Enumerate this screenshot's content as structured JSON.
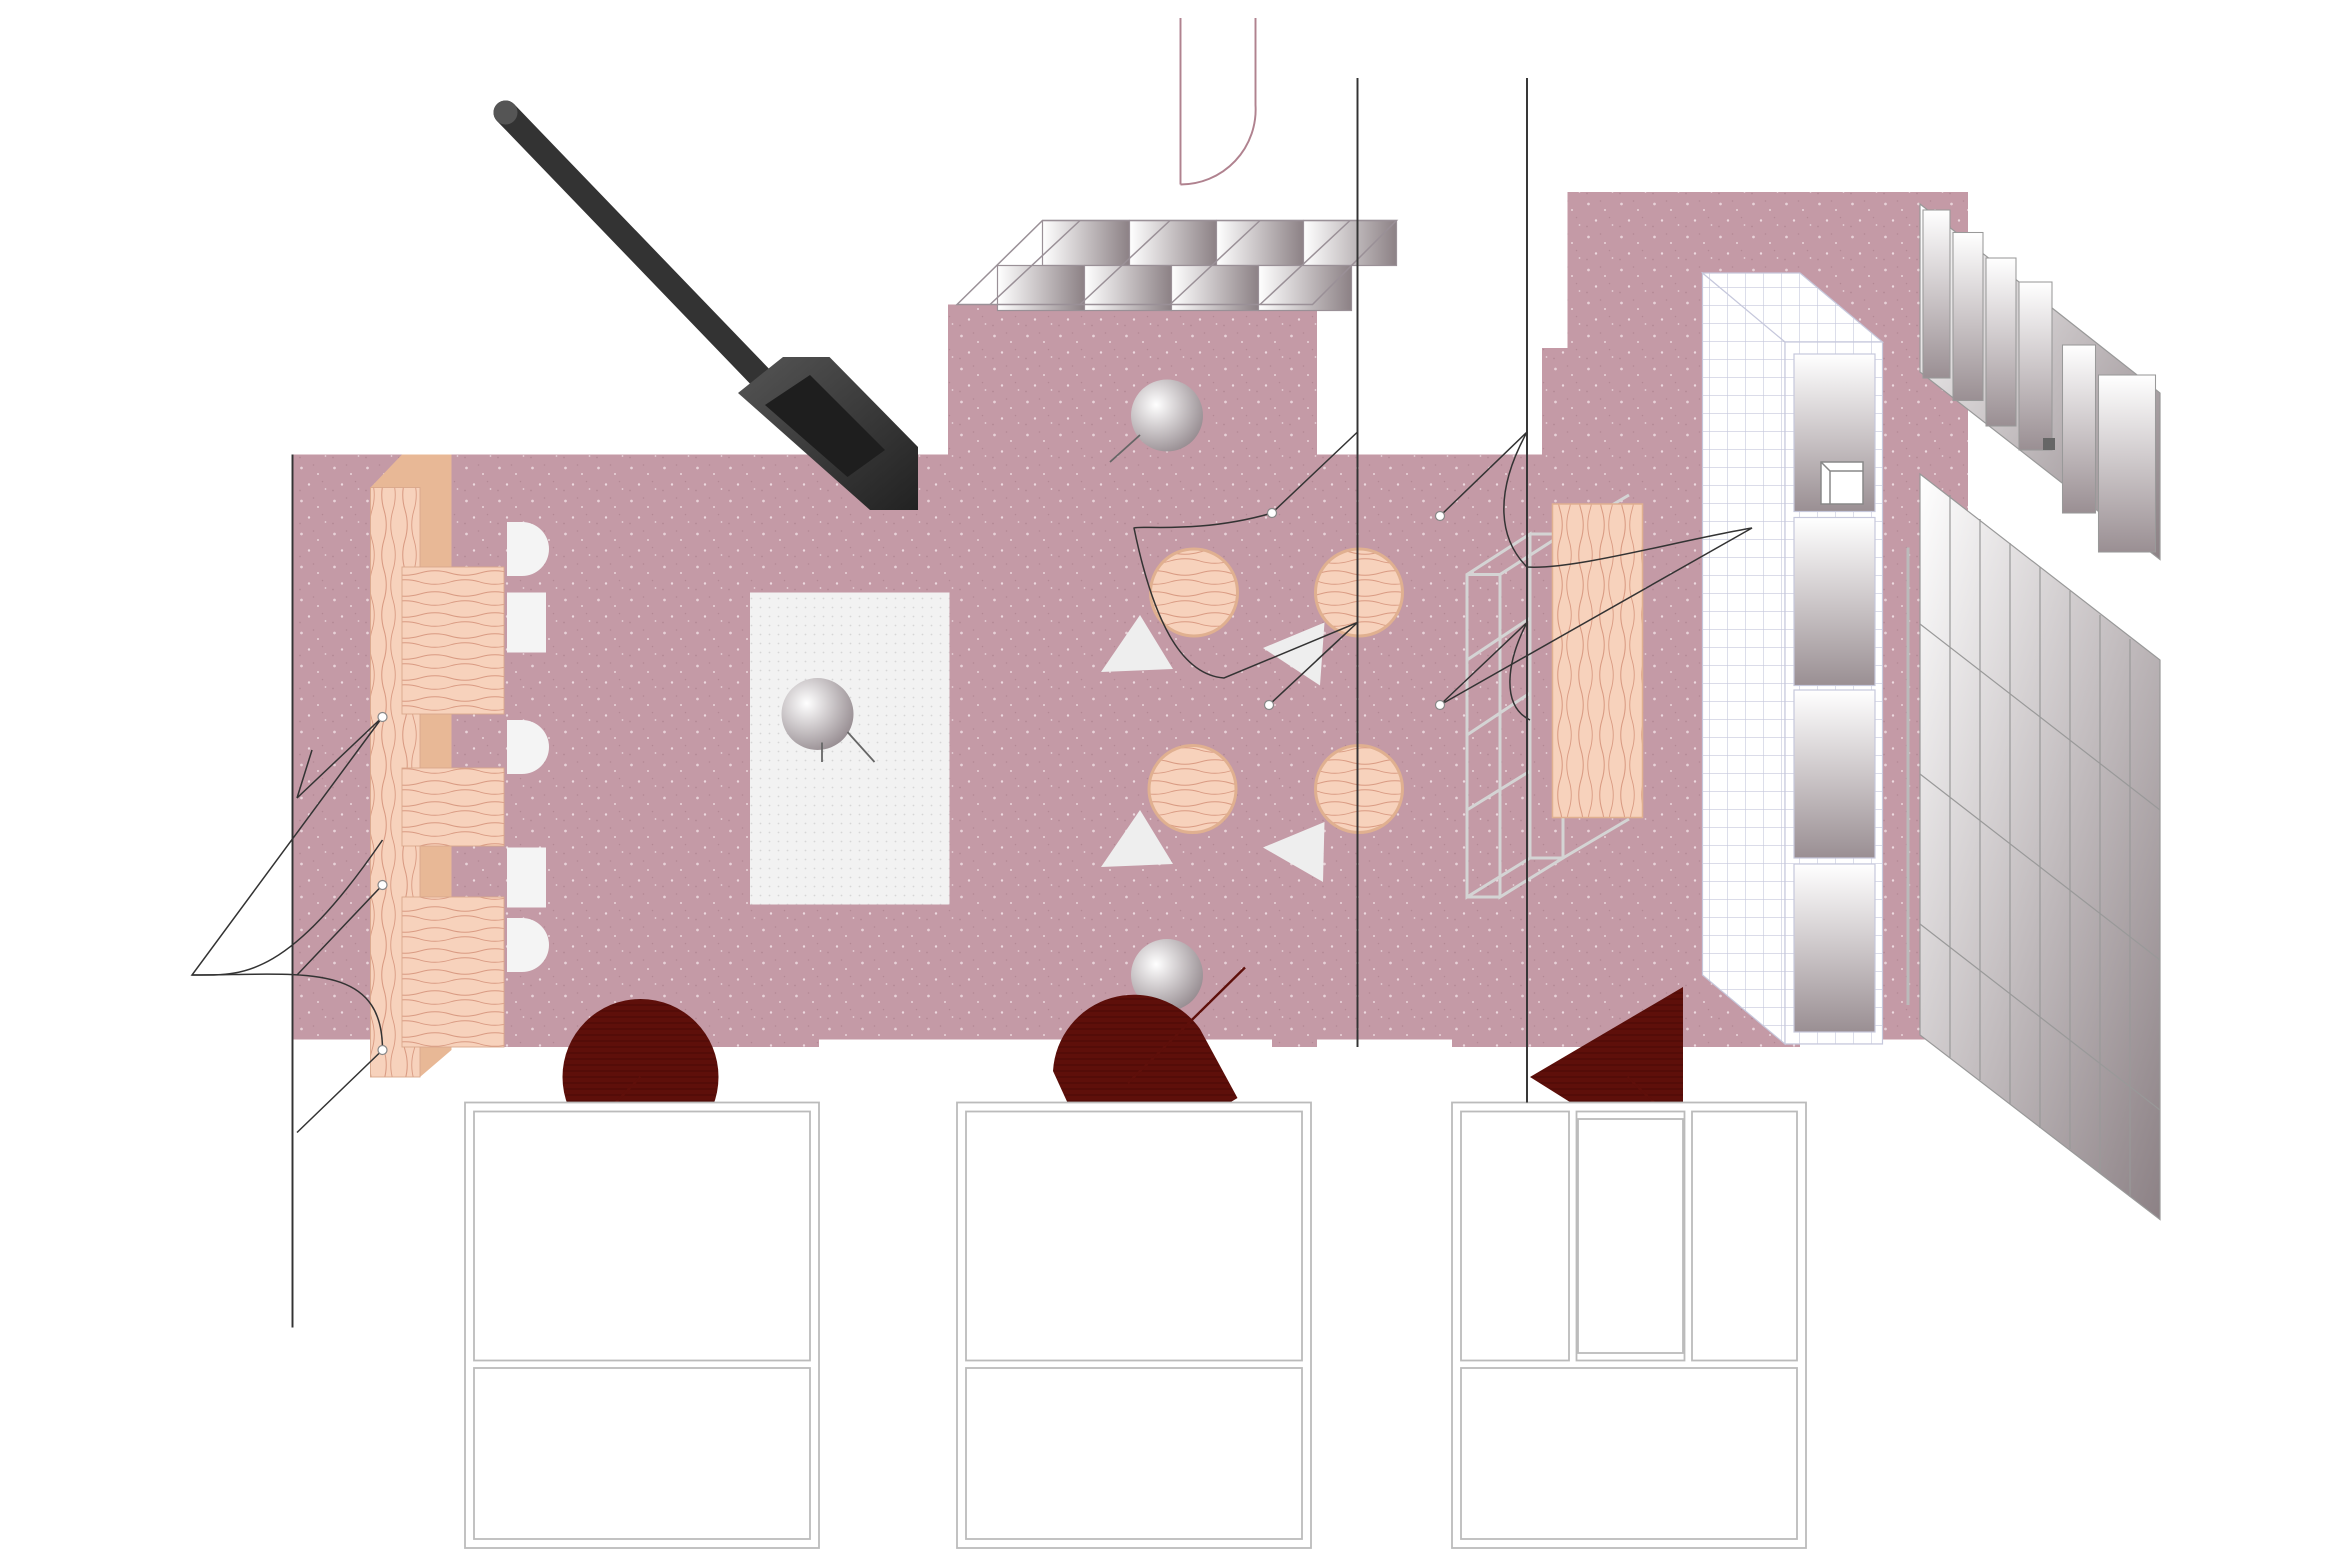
{
  "diagram": {
    "title": "",
    "type": "axonometric-interior-floor-plan",
    "palette": {
      "floor": "#c49aa6",
      "floor_speckle": "#e8d2d8",
      "wood": "#f7d2bc",
      "wood_grain": "#d99a82",
      "wood_side": "#e8b896",
      "dark_red": "#5e0f0a",
      "charcoal": "#3c3c3c",
      "rug": "#f2f2f2",
      "shelf_light": "#ffffff",
      "shelf_dark": "#8c8185",
      "line": "#333333",
      "pink_line": "#b0828f",
      "grid_line": "#c6c8dc",
      "outline": "#bbbbbb"
    },
    "elements": [
      {
        "name": "floor-plan",
        "kind": "floor"
      },
      {
        "name": "entrance-door-swing",
        "kind": "door"
      },
      {
        "name": "bar-counter",
        "kind": "wood-counter"
      },
      {
        "name": "bar-stools",
        "kind": "stools",
        "count": 6
      },
      {
        "name": "center-rug",
        "kind": "rug"
      },
      {
        "name": "dark-pendant-lamp",
        "kind": "lamp"
      },
      {
        "name": "round-tables",
        "kind": "tables",
        "count": 4
      },
      {
        "name": "triangle-stools",
        "kind": "stools",
        "count": 4
      },
      {
        "name": "wire-display-rack",
        "kind": "rack"
      },
      {
        "name": "wood-display-table",
        "kind": "table"
      },
      {
        "name": "tiled-column",
        "kind": "column"
      },
      {
        "name": "wall-shelving",
        "kind": "shelves"
      },
      {
        "name": "overhead-shelving",
        "kind": "shelves"
      },
      {
        "name": "dark-red-chairs",
        "kind": "chairs",
        "count": 3
      },
      {
        "name": "storefront-windows",
        "kind": "windows",
        "count": 3
      },
      {
        "name": "hanging-cables",
        "kind": "cables"
      },
      {
        "name": "globe-lamps",
        "kind": "lamps",
        "count": 3
      }
    ]
  }
}
